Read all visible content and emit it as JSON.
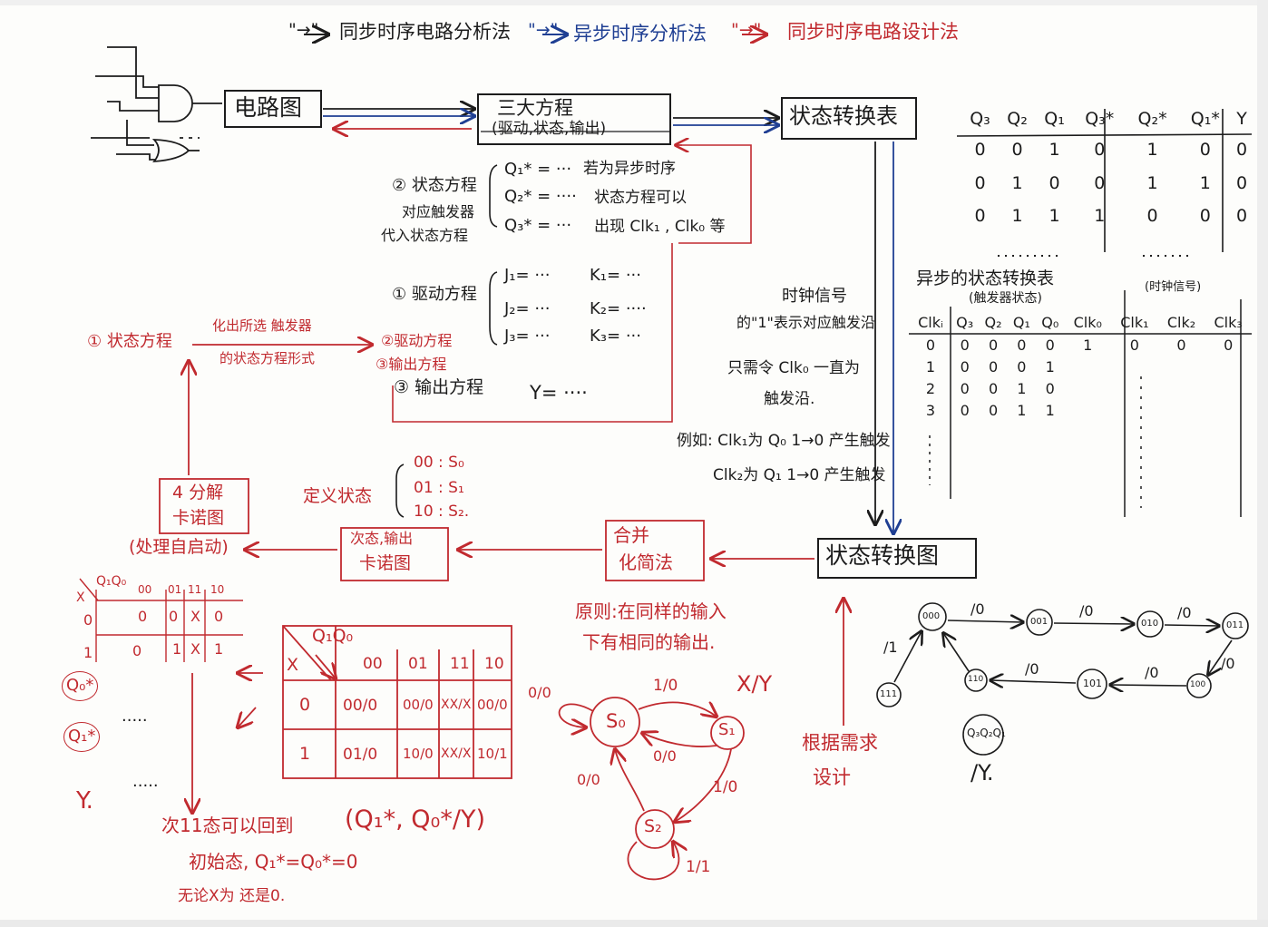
{
  "legend": {
    "sync_arrow": "\"→\"",
    "sync_label": "同步时序电路分析法",
    "async_arrow": "\"→\"",
    "async_label": "异步时序分析法",
    "design_arrow": "\"→\"",
    "design_label": "同步时序电路设计法"
  },
  "boxes": {
    "circuit": "电路图",
    "three_eq_line1": "三大方程",
    "three_eq_line2": "(驱动,状态,输出)",
    "state_table": "状态转换表",
    "state_diagram": "状态转换图",
    "merge_line1": "合并",
    "merge_line2": "化简法",
    "next_kmap_line1": "次态,输出",
    "next_kmap_line2": "卡诺图",
    "decompose_line1": "4 分解",
    "decompose_line2": "卡诺图",
    "self_start": "(处理自启动)"
  },
  "equations": {
    "state_label": "② 状态方程",
    "state_note_1": "对应触发器",
    "state_note_2": "代入状态方程",
    "q1": "Q₁* = ···",
    "q2": "Q₂* = ····",
    "q3": "Q₃* = ···",
    "async_note_1": "若为异步时序",
    "async_note_2": "状态方程可以",
    "async_note_3": "出现 Clk₁ , Clk₀ 等",
    "drive_label": "① 驱动方程",
    "j1": "J₁= ···",
    "j2": "J₂= ···",
    "j3": "J₃= ···",
    "k1": "K₁= ···",
    "k2": "K₂= ····",
    "k3": "K₃= ···",
    "output_label": "③ 输出方程",
    "output_eq": "Y= ····",
    "red_state_eq": "① 状态方程",
    "red_arrow_note_1": "化出所选 触发器",
    "red_arrow_note_2": "的状态方程形式",
    "red_drive": "②驱动方程",
    "red_output": "③输出方程"
  },
  "state_table": {
    "headers": [
      "Q₃",
      "Q₂",
      "Q₁",
      "Q₃*",
      "Q₂*",
      "Q₁*",
      "Y"
    ],
    "rows": [
      [
        "0",
        "0",
        "1",
        "0",
        "1",
        "0",
        "0"
      ],
      [
        "0",
        "1",
        "0",
        "0",
        "1",
        "1",
        "0"
      ],
      [
        "0",
        "1",
        "1",
        "1",
        "0",
        "0",
        "0"
      ]
    ],
    "ellipsis": "······"
  },
  "async_table": {
    "title": "异步的状态转换表",
    "subtitle": "(触发器状态)",
    "clock_note": "(时钟信号)",
    "headers": [
      "Clkᵢ",
      "Q₃",
      "Q₂",
      "Q₁",
      "Q₀",
      "Clk₀",
      "Clk₁",
      "Clk₂",
      "Clk₃"
    ],
    "rows": [
      [
        "0",
        "0",
        "0",
        "0",
        "0",
        "1",
        "0",
        "0",
        "0"
      ],
      [
        "1",
        "0",
        "0",
        "0",
        "1",
        "",
        "",
        "",
        ""
      ],
      [
        "2",
        "0",
        "0",
        "1",
        "0",
        "",
        "",
        "",
        ""
      ],
      [
        "3",
        "0",
        "0",
        "1",
        "1",
        "",
        "",
        "",
        ""
      ]
    ]
  },
  "clock_notes": {
    "line1": "时钟信号",
    "line2": "的\"1\"表示对应触发沿",
    "line3": "只需令 Clk₀ 一直为",
    "line4": "触发沿.",
    "example_1": "例如: Clk₁为 Q₀ 1→0 产生触发",
    "example_2": "Clk₂为 Q₁ 1→0 产生触发"
  },
  "define_states": {
    "label": "定义状态",
    "s0": "00 : S₀",
    "s1": "01 : S₁",
    "s2": "10 : S₂."
  },
  "principle": {
    "line1": "原则:在同样的输入",
    "line2": "下有相同的输出."
  },
  "fsm": {
    "xy": "X/Y",
    "s0": "S₀",
    "s1": "S₁",
    "s2": "S₂",
    "self_s0": "0/0",
    "s0_s1": "1/0",
    "s1_s0": "0/0",
    "s1_s2": "1/0",
    "s2_s0": "0/0",
    "self_s2": "1/1"
  },
  "design_note": {
    "line1": "根据需求",
    "line2": "设计"
  },
  "counter": {
    "s000": "000",
    "s001": "001",
    "s010": "010",
    "s011": "011",
    "s100": "100",
    "s101": "101",
    "s110": "110",
    "s111": "111",
    "e1": "/0",
    "e2": "/0",
    "e3": "/0",
    "e4": "/0",
    "e5": "/0",
    "e6": "/0",
    "e7": "/1",
    "legend_node": "Q₃Q₂Q₁",
    "legend_out": "/Y."
  },
  "big_kmap": {
    "corner_top": "Q₁Q₀",
    "corner_left": "X",
    "cols": [
      "00",
      "01",
      "11",
      "10"
    ],
    "rows": [
      {
        "x": "0",
        "cells": [
          "00/0",
          "00/0",
          "XX/X",
          "00/0"
        ]
      },
      {
        "x": "1",
        "cells": [
          "01/0",
          "10/0",
          "XX/X",
          "10/1"
        ]
      }
    ],
    "bottom": "(Q₁*, Q₀*/Y)"
  },
  "small_kmap": {
    "corner": "Q₁Q₀",
    "x": "X",
    "cols": [
      "00",
      "01",
      "11",
      "10"
    ],
    "row0": [
      "0",
      "0",
      "0",
      "X",
      "0"
    ],
    "row1": [
      "1",
      "0",
      "1",
      "X",
      "1"
    ],
    "q0": "Q₀*",
    "q1": "Q₁*",
    "y": "Y.",
    "dots": "·····"
  },
  "bottom_note": {
    "line1": "次11态可以回到",
    "line2": "初始态, Q₁*=Q₀*=0",
    "line3": "无论X为 还是0."
  }
}
